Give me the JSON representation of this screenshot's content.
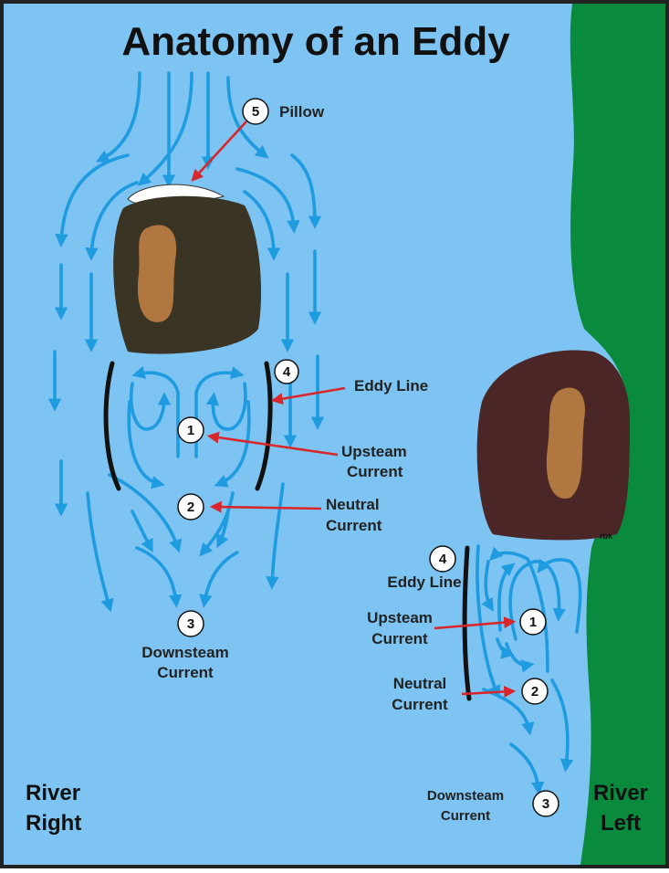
{
  "title": "Anatomy of an Eddy",
  "colors": {
    "water": "#7ec4f2",
    "bank": "#0a8a3c",
    "flow": "#1f9be0",
    "pointer": "#d8262b",
    "rock_left": "#3a3425",
    "rock_right": "#4a2626",
    "rock_highlight": "#b07740",
    "pillow": "#ffffff",
    "eddy_line": "#111111"
  },
  "icons": [
    "rock-boulder",
    "flow-arrow",
    "numbered-circle",
    "pointer-arrow"
  ],
  "left_diagram": {
    "pillow": {
      "number": "5",
      "label": "Pillow"
    },
    "eddy_line": {
      "number": "4",
      "label": "Eddy Line"
    },
    "upstream": {
      "number": "1",
      "label_line1": "Upsteam",
      "label_line2": "Current"
    },
    "neutral": {
      "number": "2",
      "label_line1": "Neutral",
      "label_line2": "Current"
    },
    "downstream": {
      "number": "3",
      "label_line1": "Downsteam",
      "label_line2": "Current"
    }
  },
  "right_diagram": {
    "signature": "rbk",
    "eddy_line": {
      "number": "4",
      "label": "Eddy Line"
    },
    "upstream": {
      "number": "1",
      "label_line1": "Upsteam",
      "label_line2": "Current"
    },
    "neutral": {
      "number": "2",
      "label_line1": "Neutral",
      "label_line2": "Current"
    },
    "downstream": {
      "number": "3",
      "label_line1": "Downsteam",
      "label_line2": "Current"
    }
  },
  "river_right": {
    "line1": "River",
    "line2": "Right"
  },
  "river_left": {
    "line1": "River",
    "line2": "Left"
  }
}
